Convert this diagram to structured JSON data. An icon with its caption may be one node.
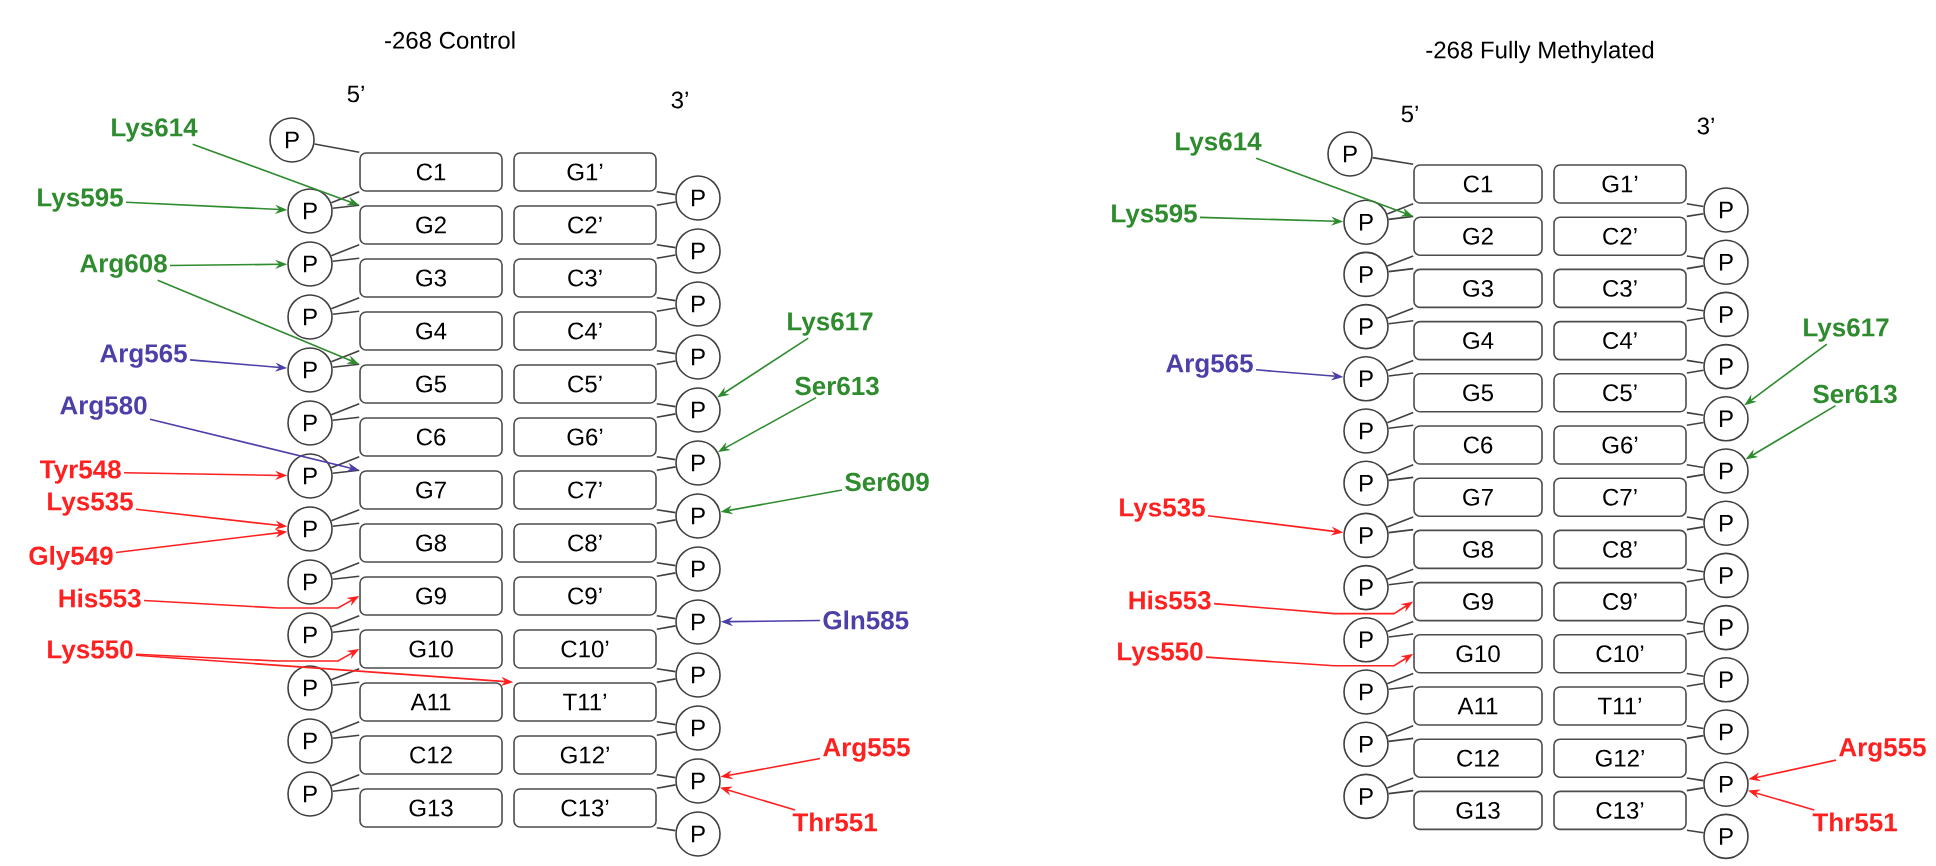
{
  "diagram": {
    "nodes": [
      {
        "text": [
          "P"
        ]
      },
      {
        "text": [
          "P"
        ]
      },
      {
        "text": [
          "P"
        ]
      },
      {
        "text": [
          "P"
        ]
      },
      {
        "text": [
          "P"
        ]
      },
      {
        "text": [
          "P"
        ]
      },
      {
        "text": [
          "P"
        ]
      },
      {
        "text": [
          "P"
        ]
      },
      {
        "text": [
          "P"
        ]
      },
      {
        "text": [
          "P"
        ]
      },
      {
        "text": [
          "P"
        ]
      },
      {
        "text": [
          "P"
        ]
      },
      {
        "text": [
          "P"
        ]
      },
      {
        "text": [
          "C1"
        ]
      },
      {
        "text": [
          "G2"
        ]
      },
      {
        "text": [
          "G3"
        ]
      },
      {
        "text": [
          "G4"
        ]
      },
      {
        "text": [
          "G5"
        ]
      },
      {
        "text": [
          "C6"
        ]
      },
      {
        "text": [
          "G7"
        ]
      },
      {
        "text": [
          "G8"
        ]
      },
      {
        "text": [
          "G9"
        ]
      },
      {
        "text": [
          "G10"
        ]
      },
      {
        "text": [
          "A11"
        ]
      },
      {
        "text": [
          "C12"
        ]
      },
      {
        "text": [
          "G13"
        ]
      },
      {
        "text": [
          "G1’"
        ]
      },
      {
        "text": [
          "C2’"
        ]
      },
      {
        "text": [
          "C3’"
        ]
      },
      {
        "text": [
          "C4’"
        ]
      },
      {
        "text": [
          "C5’"
        ]
      },
      {
        "text": [
          "G6’"
        ]
      },
      {
        "text": [
          "C7’"
        ]
      },
      {
        "text": [
          "C8’"
        ]
      },
      {
        "text": [
          "C9’"
        ]
      },
      {
        "text": [
          "C10’"
        ]
      },
      {
        "text": [
          "T11’"
        ]
      },
      {
        "text": [
          "G12’"
        ]
      },
      {
        "text": [
          "C13’"
        ]
      },
      {
        "text": [
          "P"
        ]
      },
      {
        "text": [
          "P"
        ]
      },
      {
        "text": [
          "P"
        ]
      },
      {
        "text": [
          "P"
        ]
      },
      {
        "text": [
          "P"
        ]
      },
      {
        "text": [
          "P"
        ]
      },
      {
        "text": [
          "P"
        ]
      },
      {
        "text": [
          "P"
        ]
      },
      {
        "text": [
          "P"
        ]
      },
      {
        "text": [
          "P"
        ]
      },
      {
        "text": [
          "P"
        ]
      },
      {
        "text": [
          "P"
        ]
      },
      {
        "text": [
          "P"
        ]
      },
      {
        "text": [
          "Lys614"
        ]
      },
      {
        "text": [
          "Lys595"
        ]
      },
      {
        "text": [
          "Arg608"
        ]
      },
      {
        "text": [
          "Arg565"
        ]
      },
      {
        "text": [
          "Arg580"
        ]
      },
      {
        "text": [
          "Tyr548"
        ]
      },
      {
        "text": [
          "Lys535"
        ]
      },
      {
        "text": [
          "Gly549"
        ]
      },
      {
        "text": [
          "His553"
        ]
      },
      {
        "text": [
          "Lys550"
        ]
      },
      {
        "text": [
          "Lys617"
        ]
      },
      {
        "text": [
          "Ser613"
        ]
      },
      {
        "text": [
          "Ser609"
        ]
      },
      {
        "text": [
          "Gln585"
        ]
      },
      {
        "text": [
          "Arg555"
        ]
      },
      {
        "text": [
          "Thr551"
        ]
      },
      {
        "text": [
          "P"
        ]
      },
      {
        "text": [
          "P"
        ]
      },
      {
        "text": [
          "P"
        ]
      },
      {
        "text": [
          "P"
        ]
      },
      {
        "text": [
          "P"
        ]
      },
      {
        "text": [
          "P"
        ]
      },
      {
        "text": [
          "P"
        ]
      },
      {
        "text": [
          "P"
        ]
      },
      {
        "text": [
          "P"
        ]
      },
      {
        "text": [
          "P"
        ]
      },
      {
        "text": [
          "P"
        ]
      },
      {
        "text": [
          "P"
        ]
      },
      {
        "text": [
          "P"
        ]
      },
      {
        "text": [
          "C1"
        ]
      },
      {
        "text": [
          "G2"
        ]
      },
      {
        "text": [
          "G3"
        ]
      },
      {
        "text": [
          "G4"
        ]
      },
      {
        "text": [
          "G5"
        ]
      },
      {
        "text": [
          "C6"
        ]
      },
      {
        "text": [
          "G7"
        ]
      },
      {
        "text": [
          "G8"
        ]
      },
      {
        "text": [
          "G9"
        ]
      },
      {
        "text": [
          "G10"
        ]
      },
      {
        "text": [
          "A11"
        ]
      },
      {
        "text": [
          "C12"
        ]
      },
      {
        "text": [
          "G13"
        ]
      },
      {
        "text": [
          "G1’"
        ]
      },
      {
        "text": [
          "C2’"
        ]
      },
      {
        "text": [
          "C3’"
        ]
      },
      {
        "text": [
          "C4’"
        ]
      },
      {
        "text": [
          "C5’"
        ]
      },
      {
        "text": [
          "G6’"
        ]
      },
      {
        "text": [
          "C7’"
        ]
      },
      {
        "text": [
          "C8’"
        ]
      },
      {
        "text": [
          "C9’"
        ]
      },
      {
        "text": [
          "C10’"
        ]
      },
      {
        "text": [
          "T11’"
        ]
      },
      {
        "text": [
          "G12’"
        ]
      },
      {
        "text": [
          "C13’"
        ]
      },
      {
        "text": [
          "P"
        ]
      },
      {
        "text": [
          "P"
        ]
      },
      {
        "text": [
          "P"
        ]
      },
      {
        "text": [
          "P"
        ]
      },
      {
        "text": [
          "P"
        ]
      },
      {
        "text": [
          "P"
        ]
      },
      {
        "text": [
          "P"
        ]
      },
      {
        "text": [
          "P"
        ]
      },
      {
        "text": [
          "P"
        ]
      },
      {
        "text": [
          "P"
        ]
      },
      {
        "text": [
          "P"
        ]
      },
      {
        "text": [
          "P"
        ]
      },
      {
        "text": [
          "P"
        ]
      },
      {
        "text": [
          "Lys614"
        ]
      },
      {
        "text": [
          "Lys595"
        ]
      },
      {
        "text": [
          "Arg565"
        ]
      },
      {
        "text": [
          "Lys535"
        ]
      },
      {
        "text": [
          "His553"
        ]
      },
      {
        "text": [
          "Lys550"
        ]
      },
      {
        "text": [
          "Lys617"
        ]
      },
      {
        "text": [
          "Ser613"
        ]
      },
      {
        "text": [
          "Arg555"
        ]
      },
      {
        "text": [
          "Thr551"
        ]
      }
    ],
    "edges": [
      {
        "from": 0,
        "to": 13,
        "arrow": "none"
      },
      {
        "from": 1,
        "to": 13,
        "arrow": "none"
      },
      {
        "from": 1,
        "to": 14,
        "arrow": "none"
      },
      {
        "from": 2,
        "to": 14,
        "arrow": "none"
      },
      {
        "from": 2,
        "to": 15,
        "arrow": "none"
      },
      {
        "from": 3,
        "to": 15,
        "arrow": "none"
      },
      {
        "from": 3,
        "to": 16,
        "arrow": "none"
      },
      {
        "from": 4,
        "to": 16,
        "arrow": "none"
      },
      {
        "from": 4,
        "to": 17,
        "arrow": "none"
      },
      {
        "from": 5,
        "to": 17,
        "arrow": "none"
      },
      {
        "from": 5,
        "to": 18,
        "arrow": "none"
      },
      {
        "from": 6,
        "to": 18,
        "arrow": "none"
      },
      {
        "from": 6,
        "to": 19,
        "arrow": "none"
      },
      {
        "from": 7,
        "to": 19,
        "arrow": "none"
      },
      {
        "from": 7,
        "to": 20,
        "arrow": "none"
      },
      {
        "from": 8,
        "to": 20,
        "arrow": "none"
      },
      {
        "from": 8,
        "to": 21,
        "arrow": "none"
      },
      {
        "from": 9,
        "to": 21,
        "arrow": "none"
      },
      {
        "from": 9,
        "to": 22,
        "arrow": "none"
      },
      {
        "from": 10,
        "to": 22,
        "arrow": "none"
      },
      {
        "from": 10,
        "to": 23,
        "arrow": "none"
      },
      {
        "from": 11,
        "to": 23,
        "arrow": "none"
      },
      {
        "from": 11,
        "to": 24,
        "arrow": "none"
      },
      {
        "from": 12,
        "to": 24,
        "arrow": "none"
      },
      {
        "from": 12,
        "to": 25,
        "arrow": "none"
      },
      {
        "from": 39,
        "to": 26,
        "arrow": "none"
      },
      {
        "from": 39,
        "to": 27,
        "arrow": "none"
      },
      {
        "from": 40,
        "to": 27,
        "arrow": "none"
      },
      {
        "from": 40,
        "to": 28,
        "arrow": "none"
      },
      {
        "from": 41,
        "to": 28,
        "arrow": "none"
      },
      {
        "from": 41,
        "to": 29,
        "arrow": "none"
      },
      {
        "from": 42,
        "to": 29,
        "arrow": "none"
      },
      {
        "from": 42,
        "to": 30,
        "arrow": "none"
      },
      {
        "from": 43,
        "to": 30,
        "arrow": "none"
      },
      {
        "from": 43,
        "to": 31,
        "arrow": "none"
      },
      {
        "from": 44,
        "to": 31,
        "arrow": "none"
      },
      {
        "from": 44,
        "to": 32,
        "arrow": "none"
      },
      {
        "from": 45,
        "to": 32,
        "arrow": "none"
      },
      {
        "from": 45,
        "to": 33,
        "arrow": "none"
      },
      {
        "from": 46,
        "to": 33,
        "arrow": "none"
      },
      {
        "from": 46,
        "to": 34,
        "arrow": "none"
      },
      {
        "from": 47,
        "to": 34,
        "arrow": "none"
      },
      {
        "from": 47,
        "to": 35,
        "arrow": "none"
      },
      {
        "from": 48,
        "to": 35,
        "arrow": "none"
      },
      {
        "from": 48,
        "to": 36,
        "arrow": "none"
      },
      {
        "from": 49,
        "to": 36,
        "arrow": "none"
      },
      {
        "from": 49,
        "to": 37,
        "arrow": "none"
      },
      {
        "from": 50,
        "to": 37,
        "arrow": "none"
      },
      {
        "from": 50,
        "to": 38,
        "arrow": "none"
      },
      {
        "from": 51,
        "to": 38,
        "arrow": "none"
      },
      {
        "from": 68,
        "to": 81,
        "arrow": "none"
      },
      {
        "from": 69,
        "to": 81,
        "arrow": "none"
      },
      {
        "from": 69,
        "to": 82,
        "arrow": "none"
      },
      {
        "from": 70,
        "to": 82,
        "arrow": "none"
      },
      {
        "from": 70,
        "to": 83,
        "arrow": "none"
      },
      {
        "from": 71,
        "to": 83,
        "arrow": "none"
      },
      {
        "from": 71,
        "to": 84,
        "arrow": "none"
      },
      {
        "from": 72,
        "to": 84,
        "arrow": "none"
      },
      {
        "from": 72,
        "to": 85,
        "arrow": "none"
      },
      {
        "from": 73,
        "to": 85,
        "arrow": "none"
      },
      {
        "from": 73,
        "to": 86,
        "arrow": "none"
      },
      {
        "from": 74,
        "to": 86,
        "arrow": "none"
      },
      {
        "from": 74,
        "to": 87,
        "arrow": "none"
      },
      {
        "from": 75,
        "to": 87,
        "arrow": "none"
      },
      {
        "from": 75,
        "to": 88,
        "arrow": "none"
      },
      {
        "from": 76,
        "to": 88,
        "arrow": "none"
      },
      {
        "from": 76,
        "to": 89,
        "arrow": "none"
      },
      {
        "from": 77,
        "to": 89,
        "arrow": "none"
      },
      {
        "from": 77,
        "to": 90,
        "arrow": "none"
      },
      {
        "from": 78,
        "to": 90,
        "arrow": "none"
      },
      {
        "from": 78,
        "to": 91,
        "arrow": "none"
      },
      {
        "from": 79,
        "to": 91,
        "arrow": "none"
      },
      {
        "from": 79,
        "to": 92,
        "arrow": "none"
      },
      {
        "from": 80,
        "to": 92,
        "arrow": "none"
      },
      {
        "from": 80,
        "to": 93,
        "arrow": "none"
      },
      {
        "from": 107,
        "to": 94,
        "arrow": "none"
      },
      {
        "from": 107,
        "to": 95,
        "arrow": "none"
      },
      {
        "from": 108,
        "to": 95,
        "arrow": "none"
      },
      {
        "from": 108,
        "to": 96,
        "arrow": "none"
      },
      {
        "from": 109,
        "to": 96,
        "arrow": "none"
      },
      {
        "from": 109,
        "to": 97,
        "arrow": "none"
      },
      {
        "from": 110,
        "to": 97,
        "arrow": "none"
      },
      {
        "from": 110,
        "to": 98,
        "arrow": "none"
      },
      {
        "from": 111,
        "to": 98,
        "arrow": "none"
      },
      {
        "from": 111,
        "to": 99,
        "arrow": "none"
      },
      {
        "from": 112,
        "to": 99,
        "arrow": "none"
      },
      {
        "from": 112,
        "to": 100,
        "arrow": "none"
      },
      {
        "from": 113,
        "to": 100,
        "arrow": "none"
      },
      {
        "from": 113,
        "to": 101,
        "arrow": "none"
      },
      {
        "from": 114,
        "to": 101,
        "arrow": "none"
      },
      {
        "from": 114,
        "to": 102,
        "arrow": "none"
      },
      {
        "from": 115,
        "to": 102,
        "arrow": "none"
      },
      {
        "from": 115,
        "to": 103,
        "arrow": "none"
      },
      {
        "from": 116,
        "to": 103,
        "arrow": "none"
      },
      {
        "from": 116,
        "to": 104,
        "arrow": "none"
      },
      {
        "from": 117,
        "to": 104,
        "arrow": "none"
      },
      {
        "from": 117,
        "to": 105,
        "arrow": "none"
      },
      {
        "from": 118,
        "to": 105,
        "arrow": "none"
      },
      {
        "from": 118,
        "to": 106,
        "arrow": "none"
      },
      {
        "from": 119,
        "to": 106,
        "arrow": "none"
      },
      {
        "from": 52,
        "to": 14,
        "arrow": "to",
        "color": "#2e8b2e"
      },
      {
        "from": 53,
        "to": 1,
        "arrow": "to",
        "color": "#2e8b2e"
      },
      {
        "from": 54,
        "to": 2,
        "arrow": "to",
        "color": "#2e8b2e"
      },
      {
        "from": 54,
        "to": 17,
        "arrow": "to",
        "color": "#2e8b2e"
      },
      {
        "from": 55,
        "to": 4,
        "arrow": "to",
        "color": "#4b3fa8"
      },
      {
        "from": 56,
        "to": 19,
        "arrow": "to",
        "color": "#4b3fa8"
      },
      {
        "from": 57,
        "to": 6,
        "arrow": "to",
        "color": "#ff2020"
      },
      {
        "from": 58,
        "to": 7,
        "arrow": "to",
        "color": "#ff2020"
      },
      {
        "from": 59,
        "to": 7,
        "arrow": "to",
        "color": "#ff2020"
      },
      {
        "from": 60,
        "to": 21,
        "arrow": "to",
        "color": "#ff2020"
      },
      {
        "from": 61,
        "to": 22,
        "arrow": "to",
        "color": "#ff2020"
      },
      {
        "from": 61,
        "to": 36,
        "arrow": "to",
        "color": "#ff2020"
      },
      {
        "from": 62,
        "to": 43,
        "arrow": "to",
        "color": "#2e8b2e"
      },
      {
        "from": 63,
        "to": 44,
        "arrow": "to",
        "color": "#2e8b2e"
      },
      {
        "from": 64,
        "to": 45,
        "arrow": "to",
        "color": "#2e8b2e"
      },
      {
        "from": 65,
        "to": 47,
        "arrow": "to",
        "color": "#4b3fa8"
      },
      {
        "from": 66,
        "to": 50,
        "arrow": "to",
        "color": "#ff2020"
      },
      {
        "from": 67,
        "to": 50,
        "arrow": "to",
        "color": "#ff2020"
      },
      {
        "from": 120,
        "to": 82,
        "arrow": "to",
        "color": "#2e8b2e"
      },
      {
        "from": 121,
        "to": 69,
        "arrow": "to",
        "color": "#2e8b2e"
      },
      {
        "from": 122,
        "to": 72,
        "arrow": "to",
        "color": "#4b3fa8"
      },
      {
        "from": 123,
        "to": 75,
        "arrow": "to",
        "color": "#ff2020"
      },
      {
        "from": 124,
        "to": 89,
        "arrow": "to",
        "color": "#ff2020"
      },
      {
        "from": 125,
        "to": 90,
        "arrow": "to",
        "color": "#ff2020"
      },
      {
        "from": 126,
        "to": 111,
        "arrow": "to",
        "color": "#2e8b2e"
      },
      {
        "from": 127,
        "to": 112,
        "arrow": "to",
        "color": "#2e8b2e"
      },
      {
        "from": 128,
        "to": 118,
        "arrow": "to",
        "color": "#ff2020"
      },
      {
        "from": 129,
        "to": 118,
        "arrow": "to",
        "color": "#ff2020"
      }
    ],
    "labels": [
      "-268 Control",
      "5’",
      "3’",
      "-268 Fully Methylated",
      "5’",
      "3’"
    ]
  }
}
